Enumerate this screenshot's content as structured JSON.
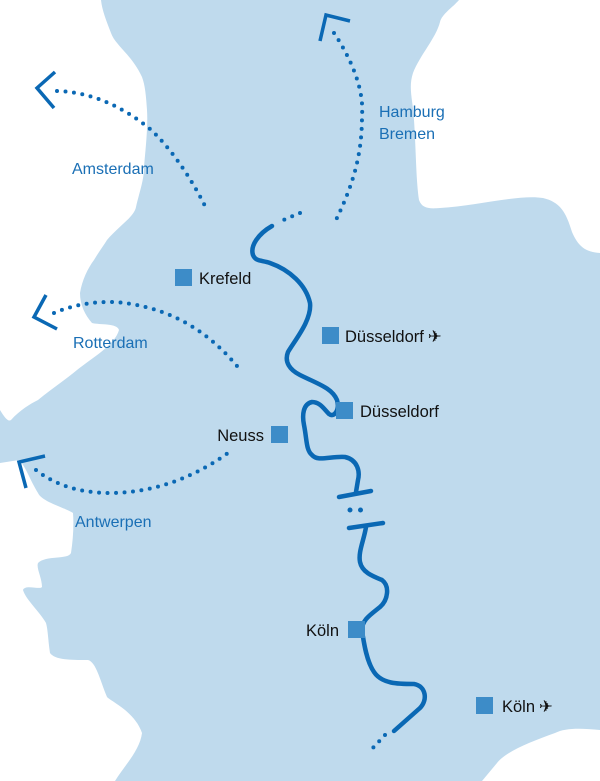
{
  "colors": {
    "land": "#bfdaed",
    "river": "#0a68b4",
    "marker": "#3d8cc8",
    "route_label": "#1a6fb5",
    "city_label": "#111111"
  },
  "routes": [
    {
      "label": "Amsterdam"
    },
    {
      "label_lines": [
        "Hamburg",
        "Bremen"
      ]
    },
    {
      "label": "Rotterdam"
    },
    {
      "label": "Antwerpen"
    }
  ],
  "cities": [
    {
      "name": "Krefeld",
      "icon": null
    },
    {
      "name": "Düsseldorf",
      "icon": "airplane-icon",
      "glyph": "✈"
    },
    {
      "name": "Düsseldorf",
      "icon": null
    },
    {
      "name": "Neuss",
      "icon": null
    },
    {
      "name": "Köln",
      "icon": null
    },
    {
      "name": "Köln",
      "icon": "airplane-icon",
      "glyph": "✈"
    }
  ]
}
